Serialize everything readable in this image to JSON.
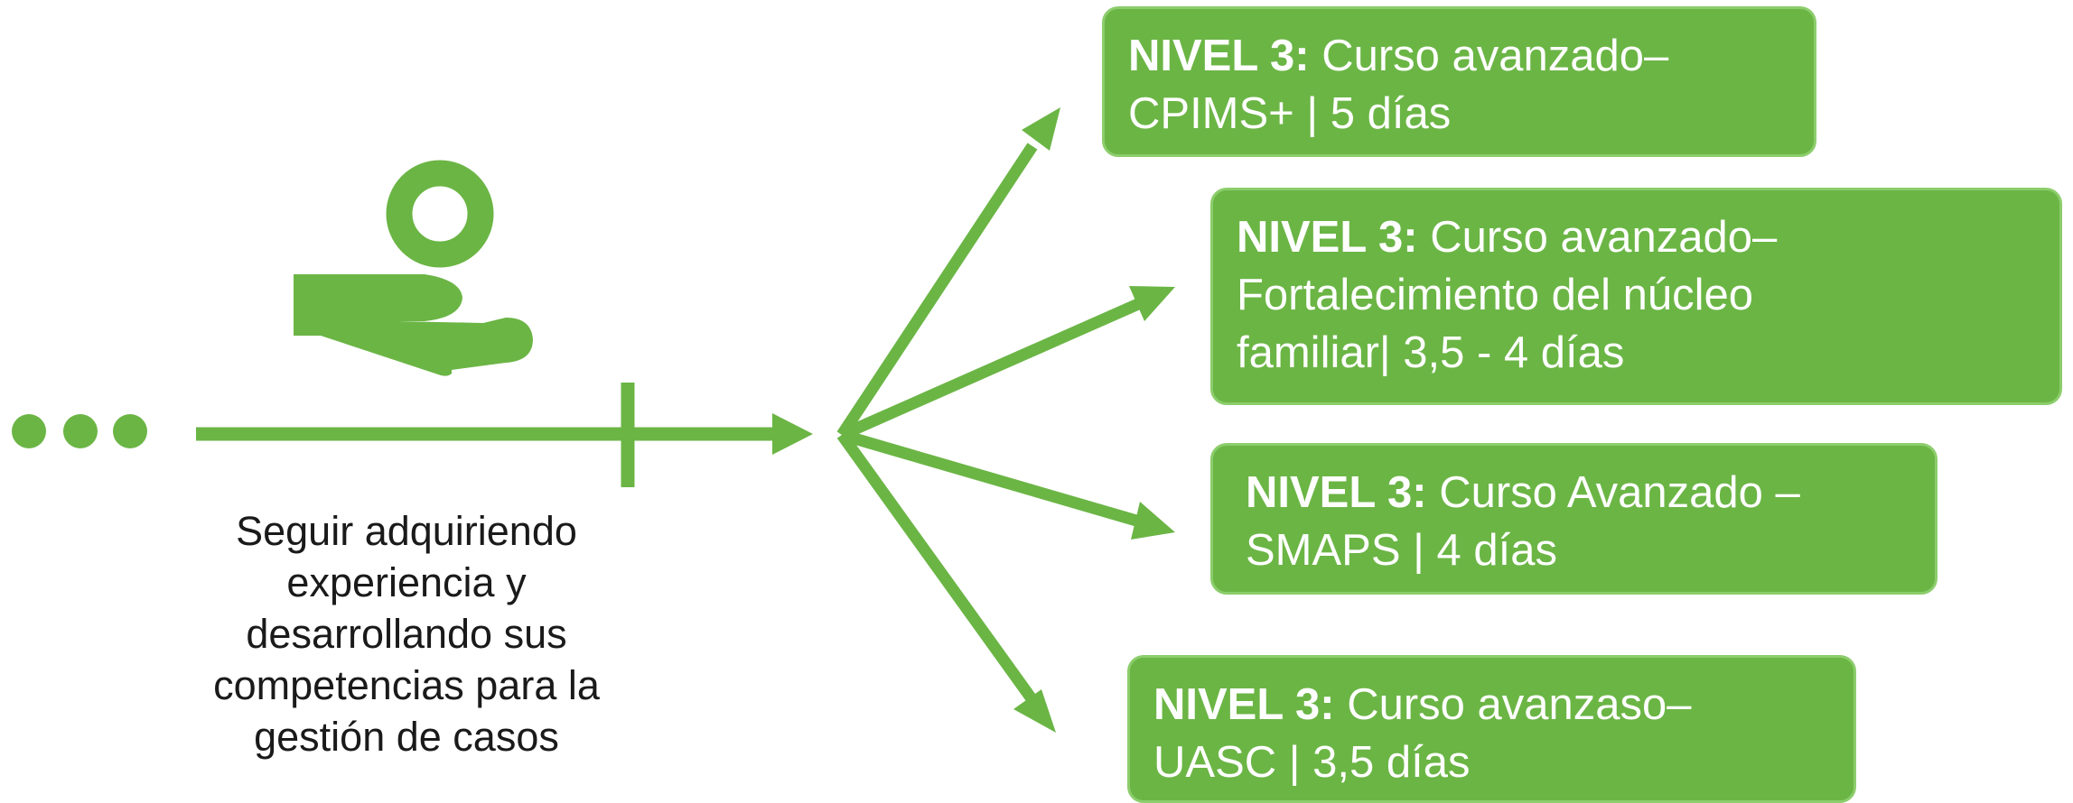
{
  "diagram": {
    "colors": {
      "accent": "#6bb545",
      "box_fill": "#6bb545",
      "box_border": "#8ccd6c",
      "box_text": "#ffffff",
      "caption_text": "#1a1a1a"
    },
    "icons": {
      "hand": "hand-giving-coin-icon",
      "dots": "ellipsis-dots-icon",
      "arrows": "arrow-icon"
    },
    "caption": "Seguir adquiriendo\nexperiencia y\ndesarrollando sus\ncompetencias para la\ngestión de casos",
    "courses": [
      {
        "level": "NIVEL 3:",
        "text": " Curso avanzado–\nCPIMS+ | 5 días"
      },
      {
        "level": "NIVEL 3:",
        "text": " Curso avanzado–\nFortalecimiento del núcleo\nfamiliar| 3,5 - 4 días"
      },
      {
        "level": "NIVEL 3:",
        "text": " Curso Avanzado –\nSMAPS | 4 días"
      },
      {
        "level": "NIVEL 3:",
        "text": " Curso avanzaso–\nUASC | 3,5 días"
      }
    ]
  }
}
